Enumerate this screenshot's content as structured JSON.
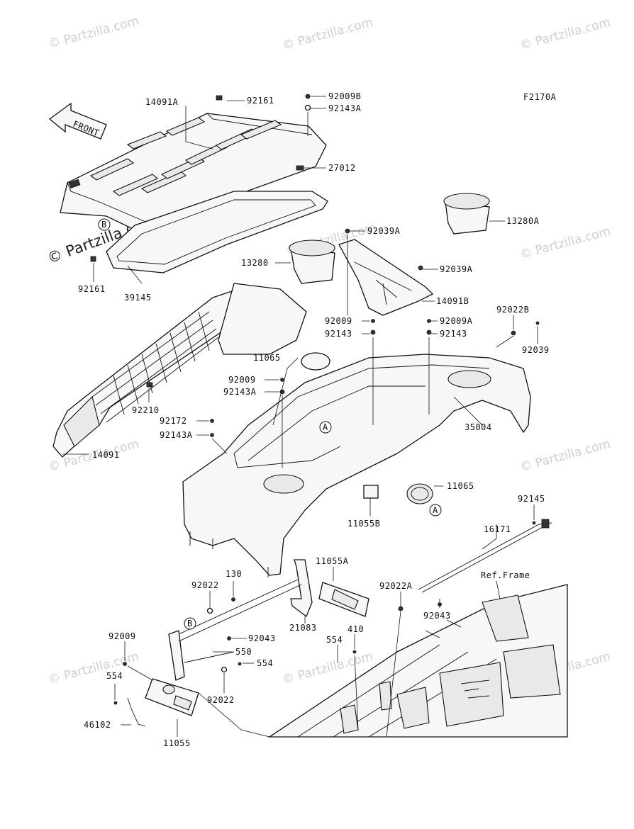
{
  "figure_code": "F2170A",
  "front_arrow_label": "FRONT",
  "reference_frame_label": "Ref.Frame",
  "watermark_text": "© Partzilla.com",
  "ref_markers": [
    "A",
    "B"
  ],
  "labels": {
    "p14091A": "14091A",
    "p92161_top": "92161",
    "p92009B": "92009B",
    "p92143A_top": "92143A",
    "p27012": "27012",
    "pF2170A": "F2170A",
    "p13280A": "13280A",
    "p92039A_1": "92039A",
    "p13280": "13280",
    "p92039A_2": "92039A",
    "p14091B": "14091B",
    "p92161_left": "92161",
    "p39145": "39145",
    "p92009_1": "92009",
    "p92143_1": "92143",
    "p92009A": "92009A",
    "p92143_2": "92143",
    "p92022B": "92022B",
    "p92039": "92039",
    "p11065_1": "11065",
    "p92009_2": "92009",
    "p92143A_2": "92143A",
    "p92210": "92210",
    "p92172": "92172",
    "p92143A_3": "92143A",
    "p35004": "35004",
    "p14091": "14091",
    "p11065_2": "11065",
    "p11055B": "11055B",
    "p92145": "92145",
    "p16171": "16171",
    "p11055A": "11055A",
    "p130": "130",
    "p92022_1": "92022",
    "p92022A": "92022A",
    "p92043_1": "92043",
    "p21083": "21083",
    "p92009_3": "92009",
    "p92043_2": "92043",
    "p550": "550",
    "p554_1": "554",
    "p410": "410",
    "p554_2": "554",
    "p554_3": "554",
    "p46102": "46102",
    "p92022_2": "92022",
    "p11055": "11055"
  }
}
